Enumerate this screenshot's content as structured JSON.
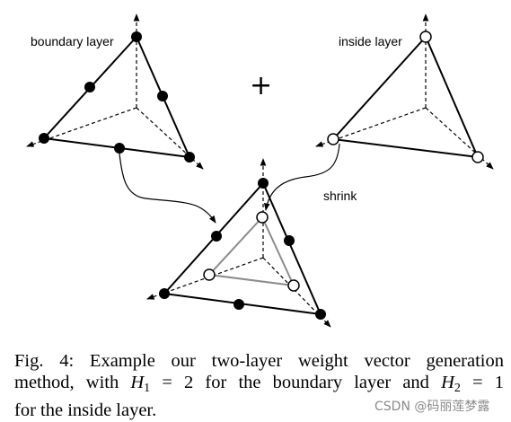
{
  "figure": {
    "labels": {
      "boundary_layer": "boundary layer",
      "inside_layer": "inside layer",
      "plus": "+",
      "shrink": "shrink"
    }
  },
  "caption": {
    "line1": "Fig. 4: Example our two-layer weight vector generation",
    "line2_a": "method, with ",
    "h1_var": "H",
    "h1_sub": "1",
    "h1_eq": " = 2 for the boundary layer and ",
    "h2_var": "H",
    "h2_sub": "2",
    "h2_eq": " = 1",
    "line3": "for the inside layer."
  },
  "watermark": "CSDN @码丽莲梦露"
}
